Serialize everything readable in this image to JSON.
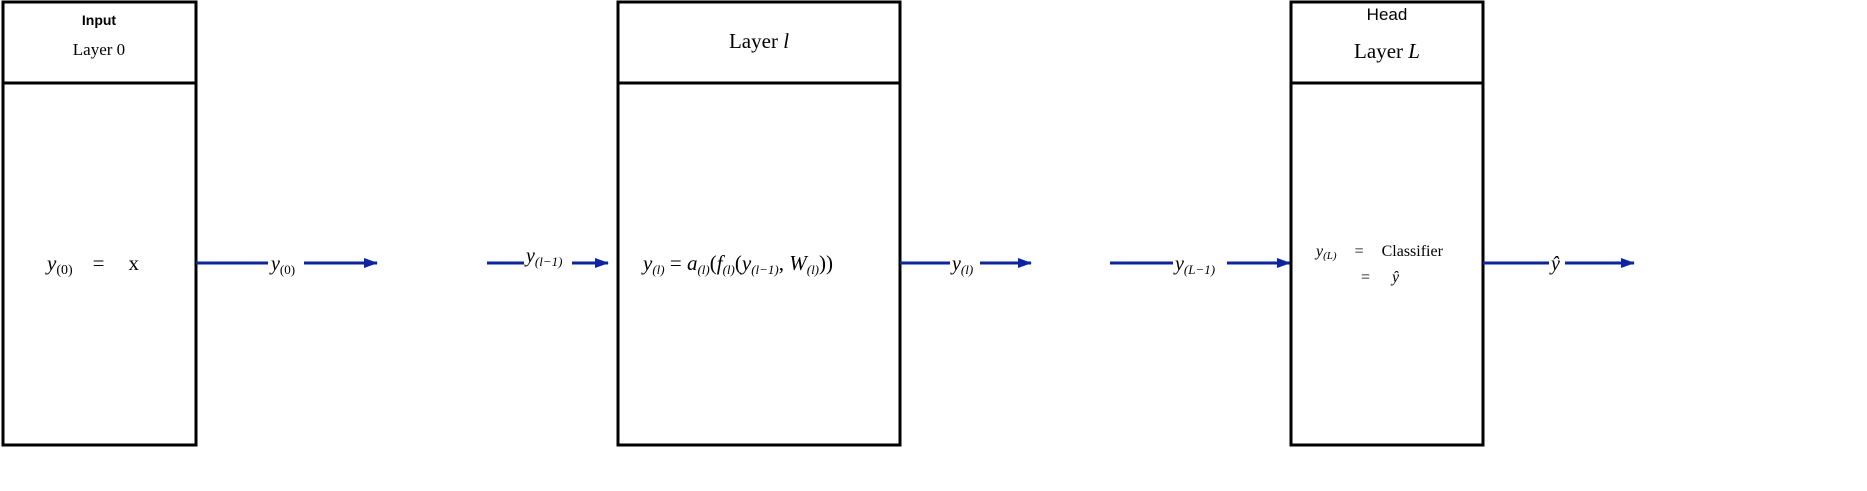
{
  "colors": {
    "box": "#000000",
    "arrow": "#0a23a8",
    "text": "#000000"
  },
  "input": {
    "tag": "Input",
    "title": "Layer 0",
    "eq_lhs": "y",
    "eq_lhs_sub": "(0)",
    "eq_op": "=",
    "eq_rhs": "x",
    "out_label": "y",
    "out_label_sub": "(0)"
  },
  "middle": {
    "in_label": "y",
    "in_label_sub": "(l−1)",
    "title_text": "Layer ",
    "title_var": "l",
    "eq": {
      "y": "y",
      "y_sub": "(l)",
      "eq": " = ",
      "a": "a",
      "a_sub": "(l)",
      "lp": "(",
      "f": "f",
      "f_sub": "(l)",
      "lp2": "(",
      "y2": "y",
      "y2_sub": "(l−1)",
      "comma": ", ",
      "w": "W",
      "w_sub": "(l)",
      "rp": "))"
    },
    "out_label": "y",
    "out_label_sub": "(l)"
  },
  "head": {
    "in_label": "y",
    "in_label_sub": "(L−1)",
    "tag": "Head",
    "title_text": "Layer ",
    "title_var": "L",
    "eq_lhs": "y",
    "eq_lhs_sub": "(L)",
    "eq_op1": "=",
    "eq_rhs1": "Classifier",
    "eq_op2": "=",
    "eq_rhs2": "ŷ",
    "out_label": "ŷ"
  }
}
